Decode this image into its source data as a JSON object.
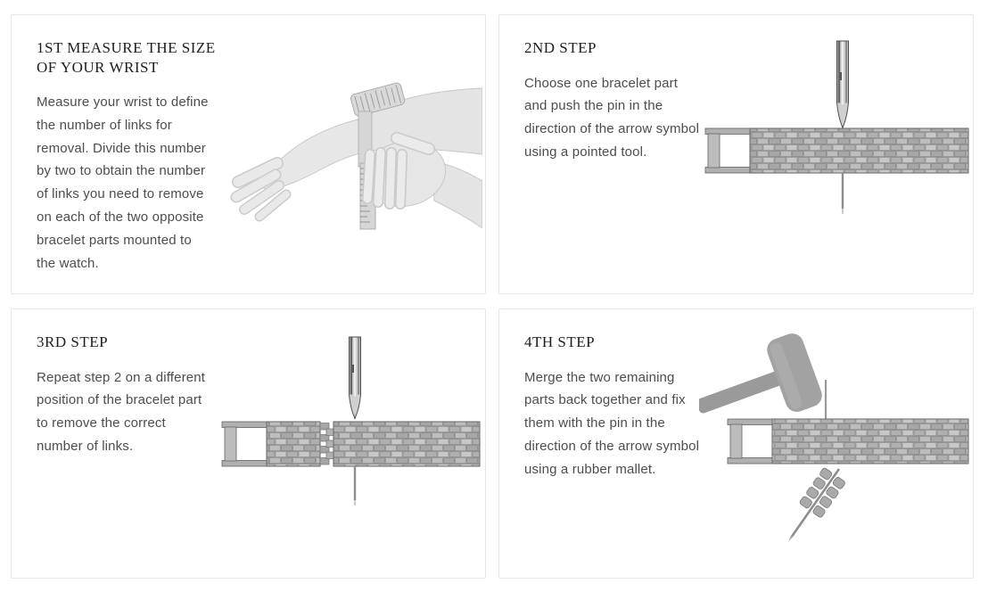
{
  "page": {
    "background_color": "#ffffff",
    "card_border_color": "#e7e7e7",
    "title_color": "#1d1d1f",
    "body_color": "#4d4d4d",
    "illustration_gray": "#a9a9a9"
  },
  "cards": [
    {
      "id": "step-1",
      "title_lines": [
        "1ST MEASURE THE SIZE",
        "OF YOUR WRIST"
      ],
      "body_lines": [
        "Measure your wrist to define",
        "the number of links for",
        "removal. Divide this number",
        "by two to obtain the number",
        "of links you need to remove",
        "on each of the two opposite",
        "bracelet parts mounted to",
        "the watch."
      ],
      "illustration": "hands-measuring-wrist-with-tape"
    },
    {
      "id": "step-2",
      "title": "2ND STEP",
      "body_lines": [
        "Choose one bracelet part",
        "and push the pin in the",
        "direction of the arrow symbol",
        "using a pointed tool."
      ],
      "illustration": "pointed-tool-pushing-pin-through-bracelet"
    },
    {
      "id": "step-3",
      "title": "3RD STEP",
      "body_lines": [
        "Repeat step 2 on a different",
        "position of the bracelet part",
        "to remove the correct",
        "number of links."
      ],
      "illustration": "bracelet-split-in-two-parts-with-pointed-tool"
    },
    {
      "id": "step-4",
      "title": "4TH STEP",
      "body_lines": [
        "Merge the two remaining",
        "parts back together and fix",
        "them with the pin in the",
        "direction of the arrow symbol",
        "using a rubber mallet."
      ],
      "illustration": "rubber-mallet-fixing-pin-with-removed-links"
    }
  ]
}
